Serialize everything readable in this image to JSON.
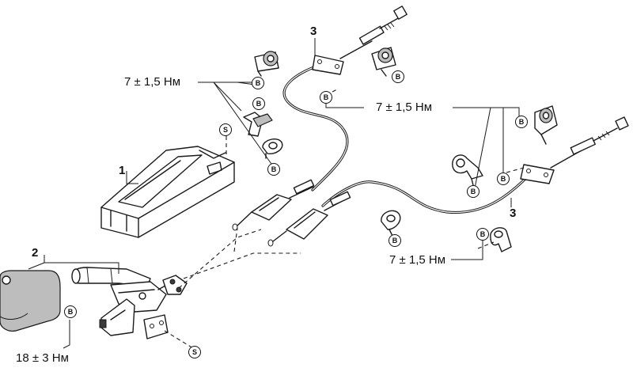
{
  "callouts": {
    "part_1": "1",
    "part_2": "2",
    "part_3_upper": "3",
    "part_3_lower": "3"
  },
  "torques": {
    "upper_left": "7 ± 1,5 Нм",
    "upper_right": "7 ± 1,5 Нм",
    "lower_right": "7 ± 1,5 Нм",
    "lever_bolt": "18 ± 3 Нм"
  },
  "badges": {
    "bolt": "B",
    "screw": "S"
  },
  "colors": {
    "ink": "#1a1a1a",
    "shade": "#bdbdbd",
    "paper": "#ffffff"
  }
}
